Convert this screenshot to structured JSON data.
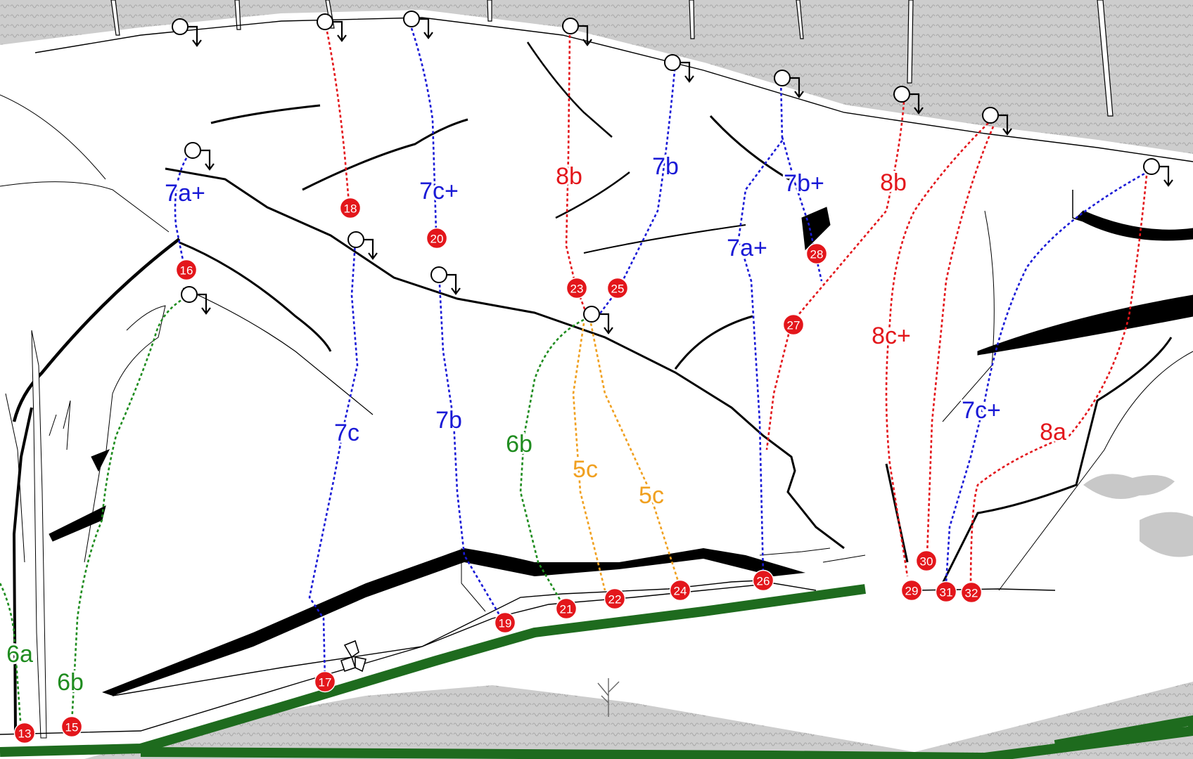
{
  "colors": {
    "red": "#e3161b",
    "blue": "#1a1ad6",
    "green": "#1f8c1f",
    "orange": "#f0a020",
    "path": "#1e6b1e",
    "scree": "#c8c8c8"
  },
  "icons": [
    "anchor-icon",
    "boulder-icon",
    "tree-icon"
  ],
  "markers": [
    {
      "id": "13",
      "label": "13"
    },
    {
      "id": "15",
      "label": "15"
    },
    {
      "id": "16",
      "label": "16"
    },
    {
      "id": "17",
      "label": "17"
    },
    {
      "id": "18",
      "label": "18"
    },
    {
      "id": "19",
      "label": "19"
    },
    {
      "id": "20",
      "label": "20"
    },
    {
      "id": "21",
      "label": "21"
    },
    {
      "id": "22",
      "label": "22"
    },
    {
      "id": "23",
      "label": "23"
    },
    {
      "id": "24",
      "label": "24"
    },
    {
      "id": "25",
      "label": "25"
    },
    {
      "id": "26",
      "label": "26"
    },
    {
      "id": "27",
      "label": "27"
    },
    {
      "id": "28",
      "label": "28"
    },
    {
      "id": "29",
      "label": "29"
    },
    {
      "id": "30",
      "label": "30"
    },
    {
      "id": "31",
      "label": "31"
    },
    {
      "id": "32",
      "label": "32"
    }
  ],
  "grades": [
    {
      "route": "13",
      "label": "6a",
      "color": "green"
    },
    {
      "route": "15",
      "label": "6b",
      "color": "green"
    },
    {
      "route": "16",
      "label": "7a+",
      "color": "blue"
    },
    {
      "route": "17",
      "label": "7c",
      "color": "blue"
    },
    {
      "route": "20",
      "label": "7c+",
      "color": "blue"
    },
    {
      "route": "19",
      "label": "7b",
      "color": "blue"
    },
    {
      "route": "21",
      "label": "6b",
      "color": "green"
    },
    {
      "route": "22",
      "label": "5c",
      "color": "orange"
    },
    {
      "route": "24",
      "label": "5c",
      "color": "orange"
    },
    {
      "route": "23",
      "label": "8b",
      "color": "red"
    },
    {
      "route": "25",
      "label": "7b",
      "color": "blue"
    },
    {
      "route": "26",
      "label": "7a+",
      "color": "blue"
    },
    {
      "route": "28",
      "label": "7b+",
      "color": "blue"
    },
    {
      "route": "27",
      "label": "8b",
      "color": "red"
    },
    {
      "route": "30",
      "label": "8c+",
      "color": "red"
    },
    {
      "route": "31",
      "label": "7c+",
      "color": "blue"
    },
    {
      "route": "32",
      "label": "8a",
      "color": "red"
    }
  ]
}
